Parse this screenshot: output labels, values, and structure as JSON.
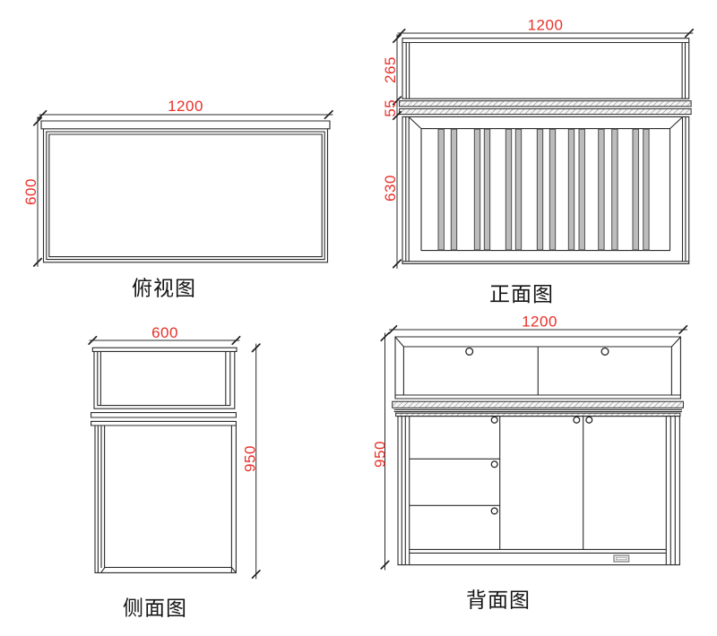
{
  "colors": {
    "dimension_text": "#e8312a",
    "drawing_line": "#2b2b2b",
    "slat_fill": "#bcbcbc",
    "background": "#ffffff"
  },
  "views": {
    "top": {
      "label": "俯视图",
      "width_mm": "1200",
      "depth_mm": "600"
    },
    "front": {
      "label": "正面图",
      "width_mm": "1200",
      "glass_height_mm": "265",
      "counter_thickness_mm": "55",
      "cabinet_height_mm": "630"
    },
    "side": {
      "label": "侧面图",
      "depth_mm": "600",
      "height_mm": "950"
    },
    "back": {
      "label": "背面图",
      "width_mm": "1200",
      "height_mm": "950"
    }
  }
}
